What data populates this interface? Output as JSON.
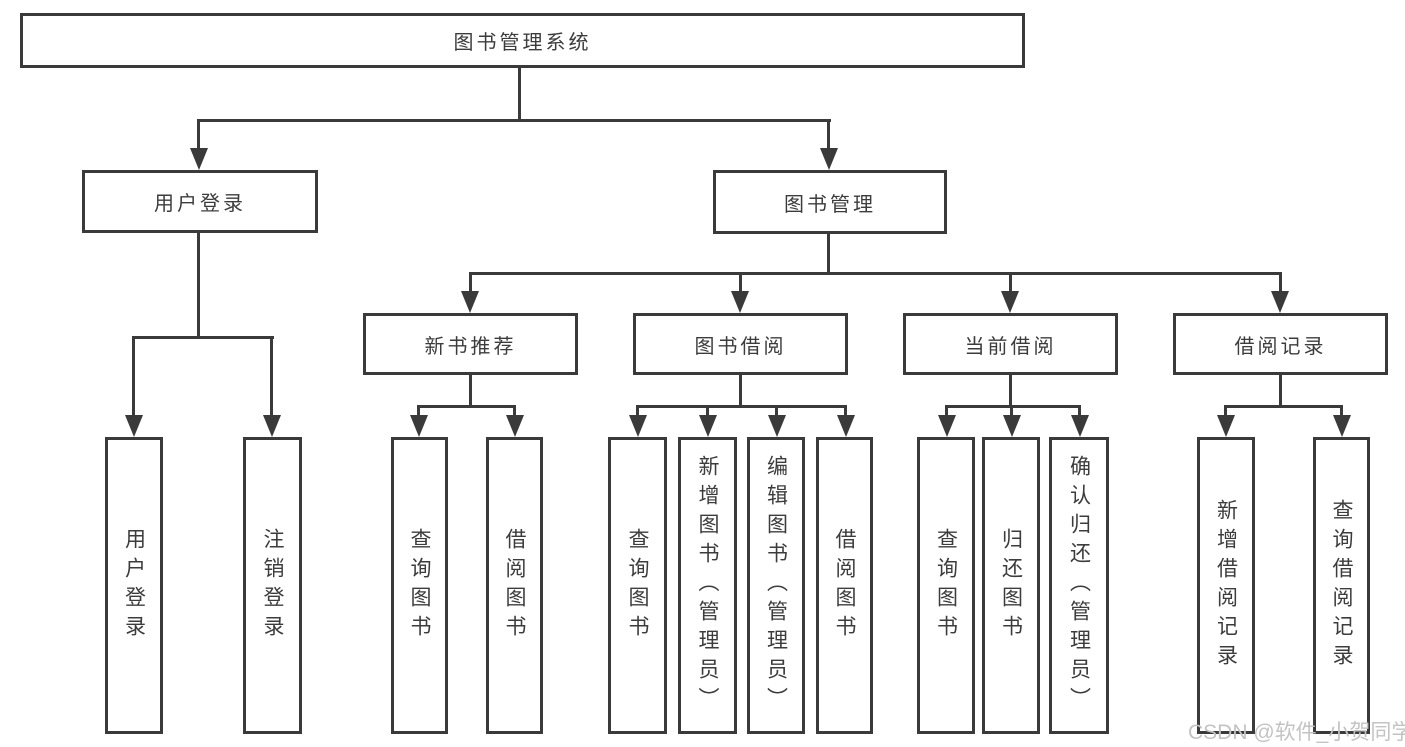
{
  "diagram": {
    "root": "图书管理系统",
    "branches": [
      {
        "label": "用户登录",
        "leaves": [
          "用户登录",
          "注销登录"
        ]
      },
      {
        "label": "图书管理",
        "children": [
          {
            "label": "新书推荐",
            "leaves": [
              "查询图书",
              "借阅图书"
            ]
          },
          {
            "label": "图书借阅",
            "leaves": [
              "查询图书",
              "新增图书（管理员）",
              "编辑图书（管理员）",
              "借阅图书"
            ]
          },
          {
            "label": "当前借阅",
            "leaves": [
              "查询图书",
              "归还图书",
              "确认归还（管理员）"
            ]
          },
          {
            "label": "借阅记录",
            "leaves": [
              "新增借阅记录",
              "查询借阅记录"
            ]
          }
        ]
      }
    ]
  },
  "watermark": {
    "text": "CSDN @软件_小贺同学"
  },
  "colors": {
    "line": "#3a3a3a",
    "text": "#3c3c3c",
    "watermark": "#c3c3c3",
    "background": "#ffffff"
  }
}
